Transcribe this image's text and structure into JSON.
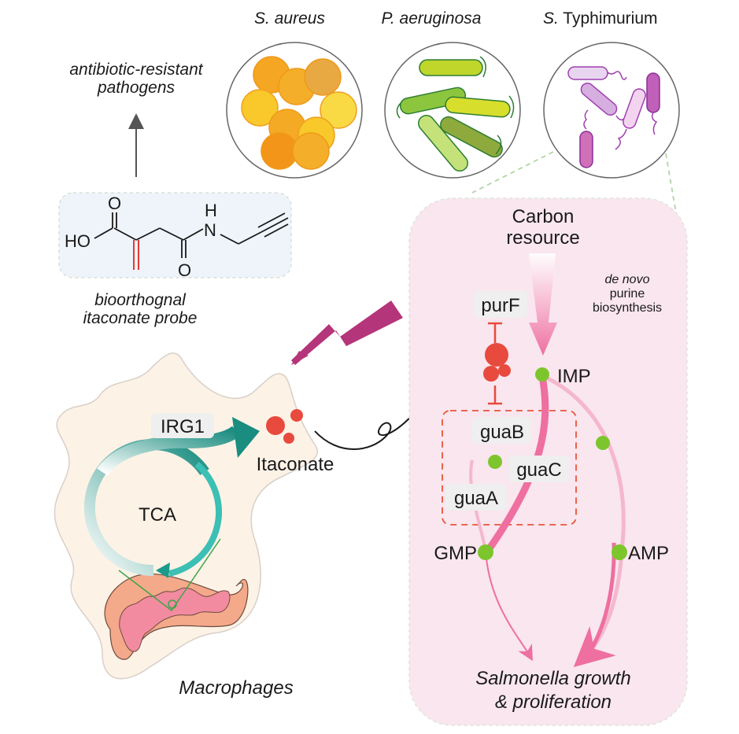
{
  "diagram": {
    "pathogens": {
      "header": "antibiotic-resistant pathogens",
      "header_lines": [
        "antibiotic-resistant",
        "pathogens"
      ],
      "species": [
        {
          "name_italic": "S. aureus",
          "name_plain": "",
          "shape": "cocci",
          "color": "#F5A623"
        },
        {
          "name_italic": "P. aeruginosa",
          "name_plain": "",
          "shape": "rods",
          "color": "#9ACD32"
        },
        {
          "name_italic": "S.",
          "name_plain": " Typhimurium",
          "shape": "flagellated-rods",
          "color": "#B04FB8"
        }
      ]
    },
    "probe": {
      "caption_lines": [
        "bioorthognal",
        "itaconate probe"
      ],
      "atoms": {
        "hydroxyl": "HO",
        "carbonyl_o1": "O",
        "carbonyl_o2": "O",
        "amide_n": "N",
        "amide_h": "H"
      },
      "highlight_color": "#E53935"
    },
    "macrophage": {
      "label": "Macrophages",
      "enzyme": "IRG1",
      "cycle": "TCA",
      "product": "Itaconate"
    },
    "salmonella_panel": {
      "source_lines": [
        "Carbon",
        "resource"
      ],
      "pathway_lines": [
        "de novo",
        "purine",
        "biosynthesis"
      ],
      "enzymes": {
        "purF": "purF",
        "guaB": "guaB",
        "guaC": "guaC",
        "guaA": "guaA"
      },
      "metabolites": {
        "imp": "IMP",
        "gmp": "GMP",
        "amp": "AMP"
      },
      "outcome_lines": [
        "Salmonella growth",
        "& proliferation"
      ]
    },
    "colors": {
      "panel_bg": "#F9E6EE",
      "pathway_pink": "#EE6FA0",
      "node_green": "#7DC52D",
      "inhibit_red": "#E84A3E",
      "teal": "#1A9A8A",
      "lightning": "#B5357A",
      "probe_bg": "#EEF4FA",
      "cell_bg": "#FDF2E6"
    }
  }
}
